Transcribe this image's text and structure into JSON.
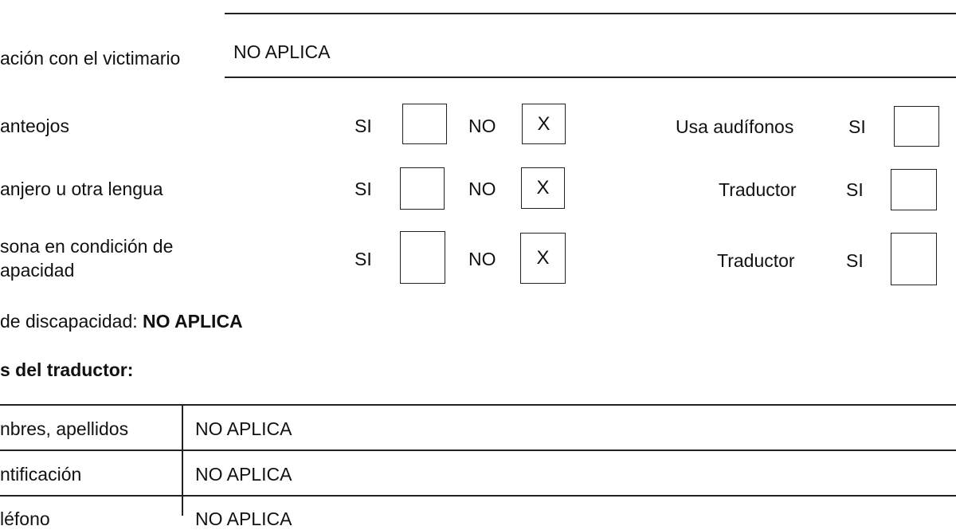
{
  "relation": {
    "label": "ación con el victimario",
    "value": "NO APLICA"
  },
  "rows": [
    {
      "label": "anteojos",
      "si": "SI",
      "no": "NO",
      "si_checked": "",
      "no_checked": "X",
      "right_label": "Usa audífonos",
      "right_si": "SI",
      "right_checked": ""
    },
    {
      "label": "anjero u otra lengua",
      "si": "SI",
      "no": "NO",
      "si_checked": "",
      "no_checked": "X",
      "right_label": "Traductor",
      "right_si": "SI",
      "right_checked": ""
    },
    {
      "label_line1": "sona en condición de",
      "label_line2": "apacidad",
      "si": "SI",
      "no": "NO",
      "si_checked": "",
      "no_checked": "X",
      "right_label": "Traductor",
      "right_si": "SI",
      "right_checked": ""
    }
  ],
  "disability": {
    "label": "de discapacidad:",
    "value": "NO APLICA"
  },
  "translator_heading": "s del traductor:",
  "table": [
    {
      "label": "nbres, apellidos",
      "value": "NO APLICA"
    },
    {
      "label": "ntificación",
      "value": "NO APLICA"
    },
    {
      "label": "léfono",
      "value": "NO APLICA"
    }
  ]
}
